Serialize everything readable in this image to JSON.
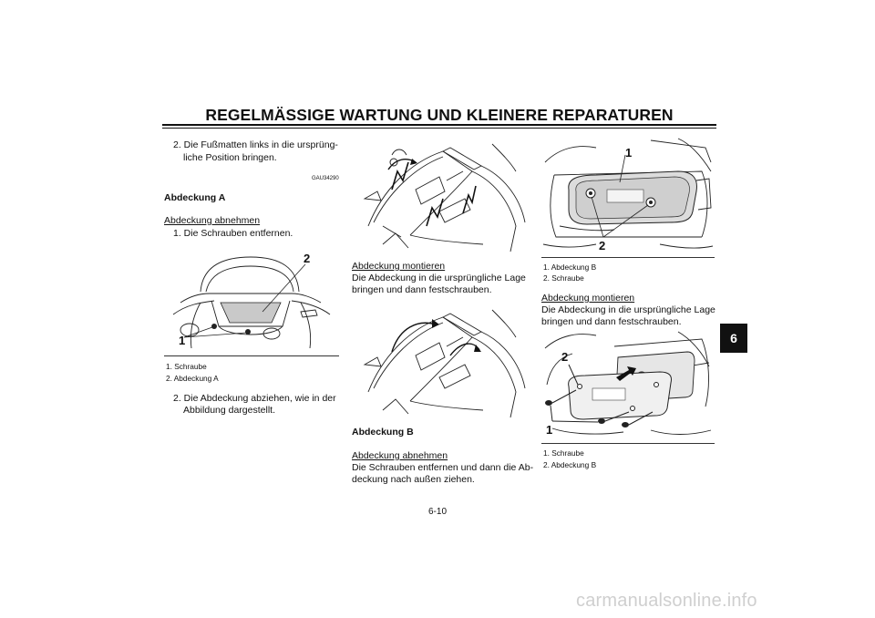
{
  "header": {
    "title": "REGELMÄSSIGE WARTUNG UND KLEINERE REPARATUREN"
  },
  "chapter_tab": "6",
  "col1": {
    "step2_line1": "2. Die Fußmatten links in die ursprüng-",
    "step2_line2": "liche Position bringen.",
    "code": "GAU34290",
    "heading": "Abdeckung A",
    "sub": "Abdeckung abnehmen",
    "step1": "1. Die Schrauben entfernen.",
    "figure_callouts": {
      "one": "1",
      "two": "2"
    },
    "caption": [
      "1. Schraube",
      "2. Abdeckung A"
    ],
    "step2b_line1": "2. Die Abdeckung abziehen, wie in der",
    "step2b_line2": "Abbildung dargestellt."
  },
  "col2": {
    "sub1": "Abdeckung montieren",
    "text1_line1": "Die Abdeckung in die ursprüngliche Lage",
    "text1_line2": "bringen und dann festschrauben.",
    "heading": "Abdeckung B",
    "sub2": "Abdeckung abnehmen",
    "text2_line1": "Die Schrauben entfernen und dann die Ab-",
    "text2_line2": "deckung nach außen ziehen."
  },
  "col3": {
    "figure1_callouts": {
      "one": "1",
      "two": "2"
    },
    "caption1": [
      "1. Abdeckung B",
      "2. Schraube"
    ],
    "sub": "Abdeckung montieren",
    "text_line1": "Die Abdeckung in die ursprüngliche Lage",
    "text_line2": "bringen und dann festschrauben.",
    "figure2_callouts": {
      "one": "1",
      "two": "2"
    },
    "caption2": [
      "1. Schraube",
      "2. Abdeckung B"
    ]
  },
  "footer": {
    "page_number": "6-10"
  },
  "watermark": "carmanualsonline.info"
}
